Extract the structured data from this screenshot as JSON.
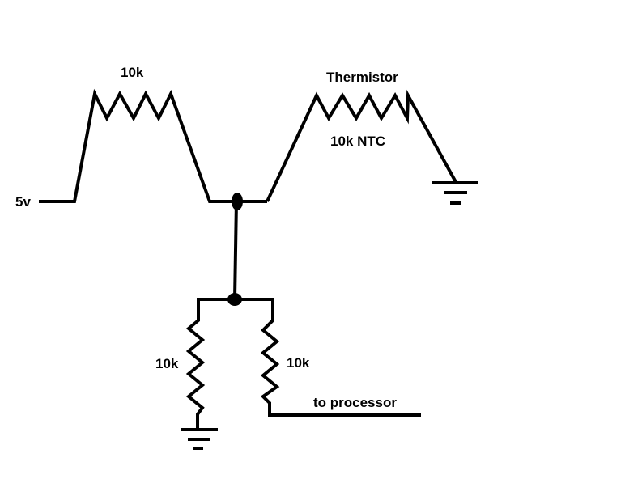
{
  "labels": {
    "supply": "5v",
    "r1_value": "10k",
    "thermistor_name": "Thermistor",
    "thermistor_value": "10k NTC",
    "r2_value": "10k",
    "r3_value": "10k",
    "output": "to processor"
  },
  "colors": {
    "background": "#ffffff",
    "ink": "#000000"
  }
}
